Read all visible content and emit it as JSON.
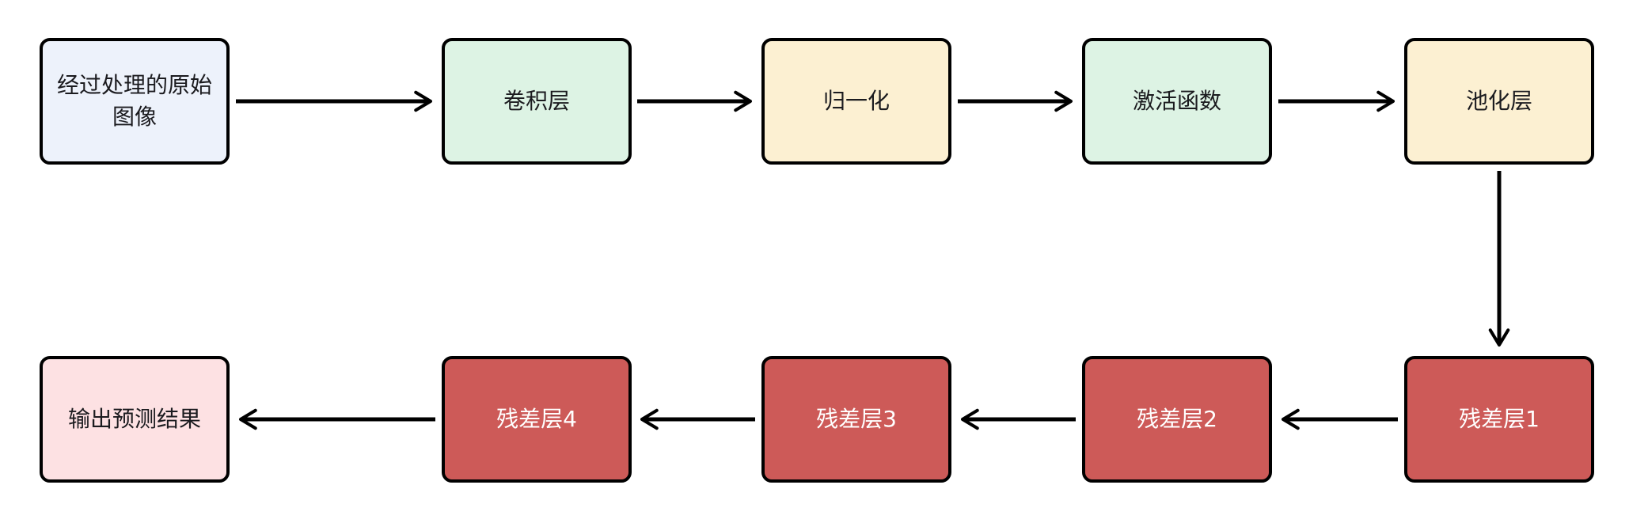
{
  "diagram": {
    "title": "",
    "background": "#ffffff",
    "border_color": "#000000",
    "arrow_color": "#000000",
    "fills": {
      "blue": "#edf2fb",
      "green": "#ddf3e4",
      "yellow": "#fcf0d2",
      "red": "#cd5a58",
      "pink": "#fde1e3"
    },
    "text_colors": {
      "dark": "#1b1b1f",
      "light": "#ffffff"
    },
    "nodes": [
      {
        "id": "input-image",
        "label": "经过处理的原始图像",
        "fill": "#edf2fb",
        "text_color": "#1b1b1f",
        "row": "top",
        "col": 1
      },
      {
        "id": "conv-layer",
        "label": "卷积层",
        "fill": "#ddf3e4",
        "text_color": "#1b1b1f",
        "row": "top",
        "col": 2
      },
      {
        "id": "normalization",
        "label": "归一化",
        "fill": "#fcf0d2",
        "text_color": "#1b1b1f",
        "row": "top",
        "col": 3
      },
      {
        "id": "activation",
        "label": "激活函数",
        "fill": "#ddf3e4",
        "text_color": "#1b1b1f",
        "row": "top",
        "col": 4
      },
      {
        "id": "pooling",
        "label": "池化层",
        "fill": "#fcf0d2",
        "text_color": "#1b1b1f",
        "row": "top",
        "col": 5
      },
      {
        "id": "residual-1",
        "label": "残差层1",
        "fill": "#cd5a58",
        "text_color": "#ffffff",
        "row": "bottom",
        "col": 5
      },
      {
        "id": "residual-2",
        "label": "残差层2",
        "fill": "#cd5a58",
        "text_color": "#ffffff",
        "row": "bottom",
        "col": 4
      },
      {
        "id": "residual-3",
        "label": "残差层3",
        "fill": "#cd5a58",
        "text_color": "#ffffff",
        "row": "bottom",
        "col": 3
      },
      {
        "id": "residual-4",
        "label": "残差层4",
        "fill": "#cd5a58",
        "text_color": "#ffffff",
        "row": "bottom",
        "col": 2
      },
      {
        "id": "output",
        "label": "输出预测结果",
        "fill": "#fde1e3",
        "text_color": "#1b1b1f",
        "row": "bottom",
        "col": 1
      }
    ],
    "edges": [
      {
        "from": "input-image",
        "to": "conv-layer",
        "direction": "right"
      },
      {
        "from": "conv-layer",
        "to": "normalization",
        "direction": "right"
      },
      {
        "from": "normalization",
        "to": "activation",
        "direction": "right"
      },
      {
        "from": "activation",
        "to": "pooling",
        "direction": "right"
      },
      {
        "from": "pooling",
        "to": "residual-1",
        "direction": "down"
      },
      {
        "from": "residual-1",
        "to": "residual-2",
        "direction": "left"
      },
      {
        "from": "residual-2",
        "to": "residual-3",
        "direction": "left"
      },
      {
        "from": "residual-3",
        "to": "residual-4",
        "direction": "left"
      },
      {
        "from": "residual-4",
        "to": "output",
        "direction": "left"
      }
    ]
  }
}
